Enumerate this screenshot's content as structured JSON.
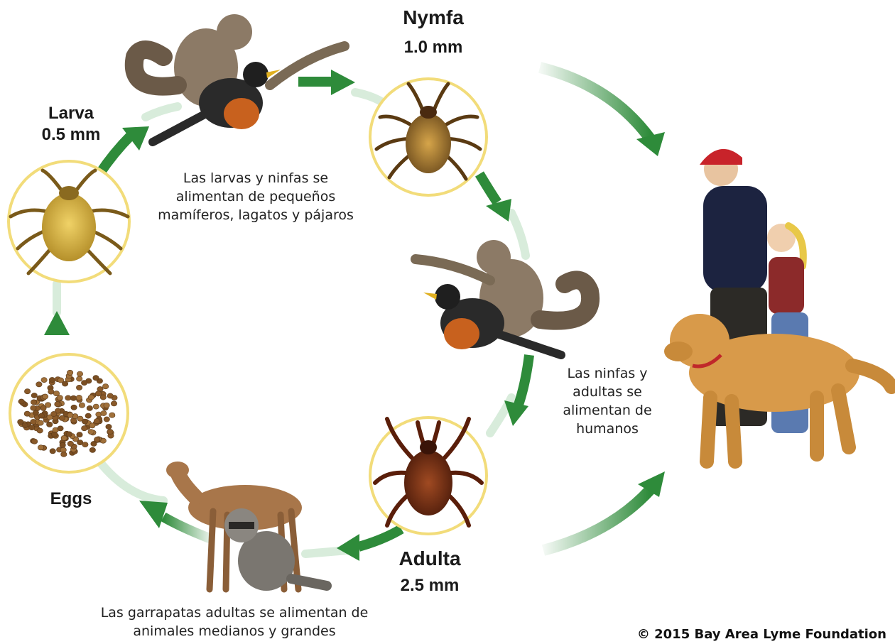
{
  "stages": {
    "nymph": {
      "name": "Nymfa",
      "size": "1.0 mm"
    },
    "larva": {
      "name": "Larva",
      "size": "0.5 mm"
    },
    "eggs": {
      "name": "Eggs"
    },
    "adult": {
      "name": "Adulta",
      "size": "2.5 mm"
    }
  },
  "captions": {
    "larvae_nymph_hosts": [
      "Las larvas y ninfas se",
      "alimentan de pequeños",
      "mamíferos, lagatos y pájaros"
    ],
    "nymph_adult_humans": [
      "Las ninfas y",
      "adultas se",
      "alimentan de",
      "humanos"
    ],
    "adult_hosts": [
      "Las garrapatas adultas se alimentan de",
      "animales medianos y grandes"
    ]
  },
  "copyright": "© 2015 Bay Area Lyme Foundation",
  "colors": {
    "arrow": "#2e8b3a",
    "arrow_fade": "#cfe8d2",
    "ring": "#f2dc7a",
    "tick_larva": "#c9a43a",
    "tick_nymph": "#9a6a2a",
    "tick_adult": "#7a3a1a",
    "egg": "#8a5a2a"
  }
}
